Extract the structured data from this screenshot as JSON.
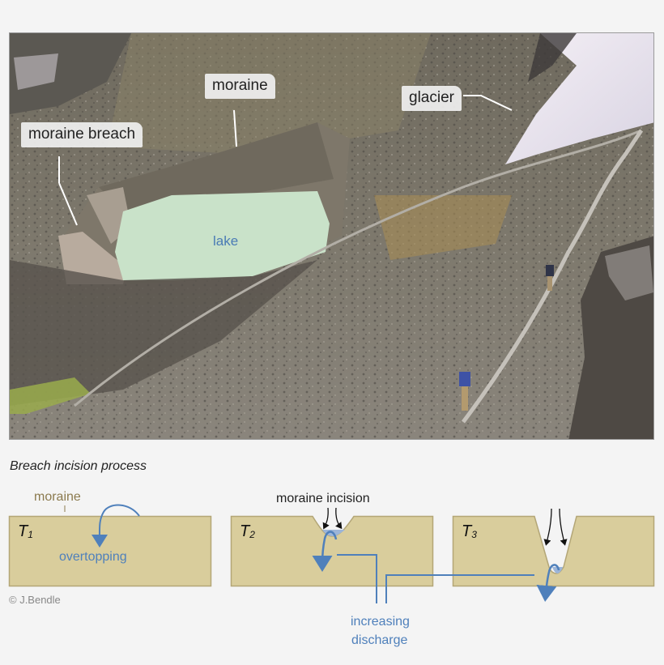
{
  "photo": {
    "labels": {
      "moraine": "moraine",
      "moraine_breach": "moraine breach",
      "glacier": "glacier",
      "lake": "lake"
    }
  },
  "diagram": {
    "title": "Breach incision process",
    "moraine_label": "moraine",
    "panels": [
      {
        "time": "T",
        "sub": "1",
        "annotation": "overtopping"
      },
      {
        "time": "T",
        "sub": "2",
        "annotation": "moraine incision"
      },
      {
        "time": "T",
        "sub": "3",
        "annotation": ""
      }
    ],
    "discharge_label_line1": "increasing",
    "discharge_label_line2": "discharge",
    "credit": "© J.Bendle"
  },
  "colors": {
    "moraine_fill": "#d9cd9c",
    "moraine_stroke": "#b3a677",
    "water_blue": "#4f80bb",
    "lake": "#c9e2c9",
    "background": "#f4f4f4"
  }
}
